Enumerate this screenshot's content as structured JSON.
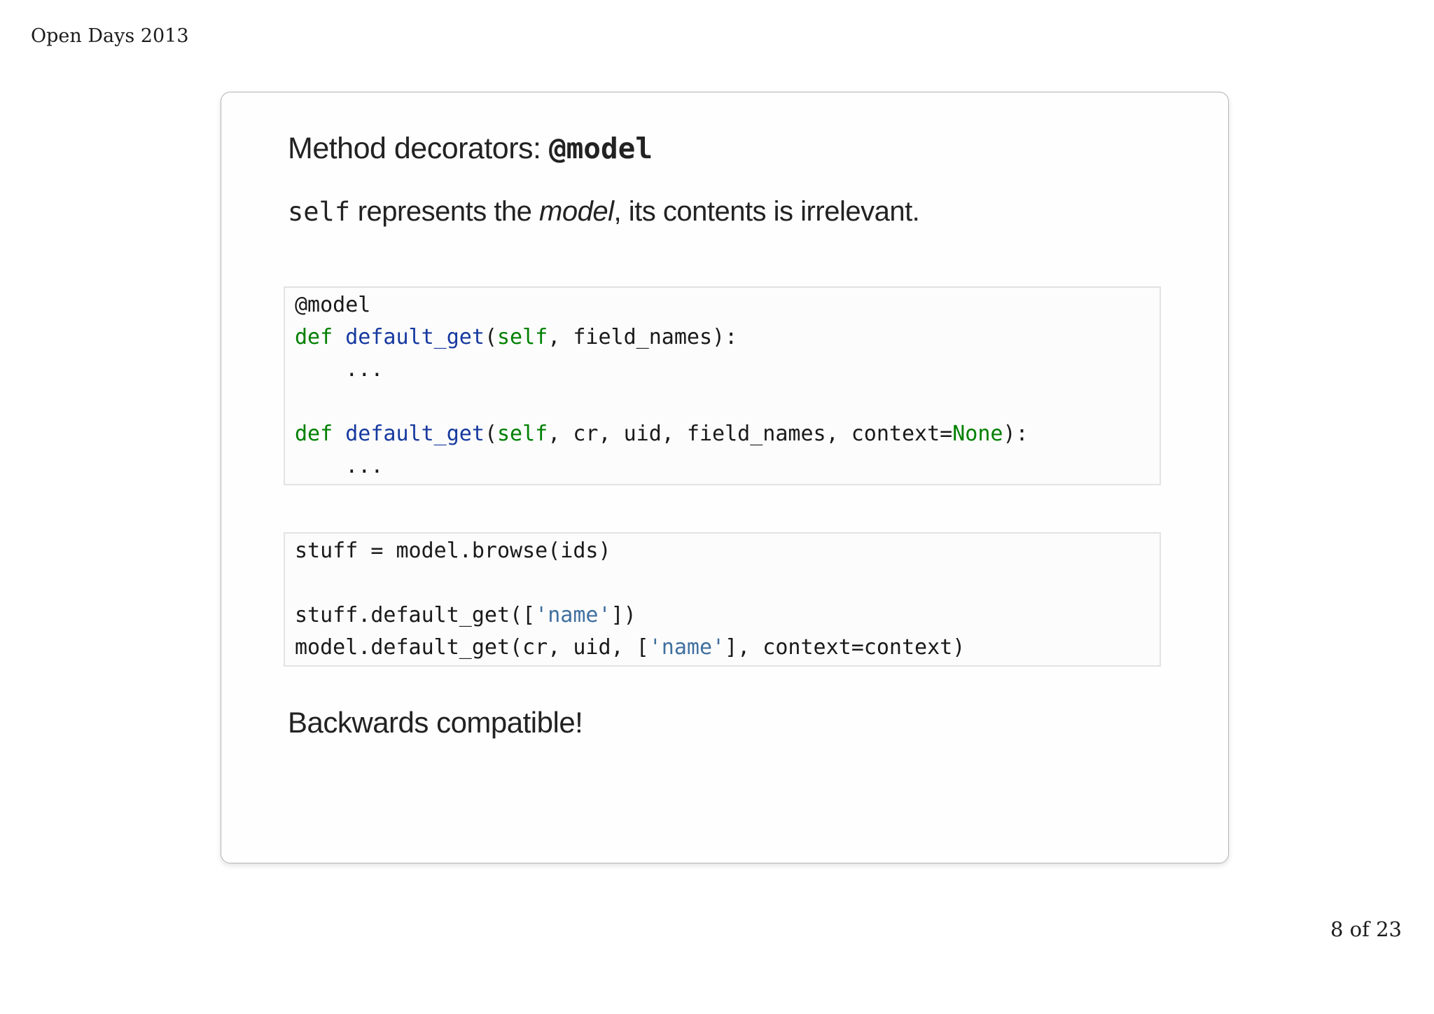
{
  "header": {
    "label": "Open Days 2013"
  },
  "footer": {
    "page_indicator": "8 of 23"
  },
  "slide": {
    "title": {
      "text": "Method decorators: ",
      "code": "@model"
    },
    "subtitle": {
      "code": "self",
      "text_1": " represents the ",
      "emphasis": "model",
      "text_2": ", its contents is irrelevant."
    },
    "closing": "Backwards compatible!",
    "code_blocks": [
      {
        "name": "decorator-definition",
        "lines": [
          [
            {
              "t": "@model"
            }
          ],
          [
            {
              "t": "def",
              "c": "kw"
            },
            {
              "t": " "
            },
            {
              "t": "default_get",
              "c": "fn"
            },
            {
              "t": "("
            },
            {
              "t": "self",
              "c": "kw"
            },
            {
              "t": ", field_names):"
            }
          ],
          [
            {
              "t": "    ..."
            }
          ],
          [],
          [
            {
              "t": "def",
              "c": "kw"
            },
            {
              "t": " "
            },
            {
              "t": "default_get",
              "c": "fn"
            },
            {
              "t": "("
            },
            {
              "t": "self",
              "c": "kw"
            },
            {
              "t": ", cr, uid, field_names, context="
            },
            {
              "t": "None",
              "c": "kw"
            },
            {
              "t": "):"
            }
          ],
          [
            {
              "t": "    ..."
            }
          ]
        ]
      },
      {
        "name": "usage-example",
        "lines": [
          [
            {
              "t": "stuff = model.browse(ids)"
            }
          ],
          [],
          [
            {
              "t": "stuff.default_get(["
            },
            {
              "t": "'name'",
              "c": "str"
            },
            {
              "t": "])"
            }
          ],
          [
            {
              "t": "model.default_get(cr, uid, ["
            },
            {
              "t": "'name'",
              "c": "str"
            },
            {
              "t": "], context=context)"
            }
          ]
        ]
      }
    ]
  },
  "colors": {
    "keyword_green": "#008000",
    "function_navy": "#16399f",
    "string_blue": "#4070a0",
    "code_text": "#1a1a1a"
  }
}
